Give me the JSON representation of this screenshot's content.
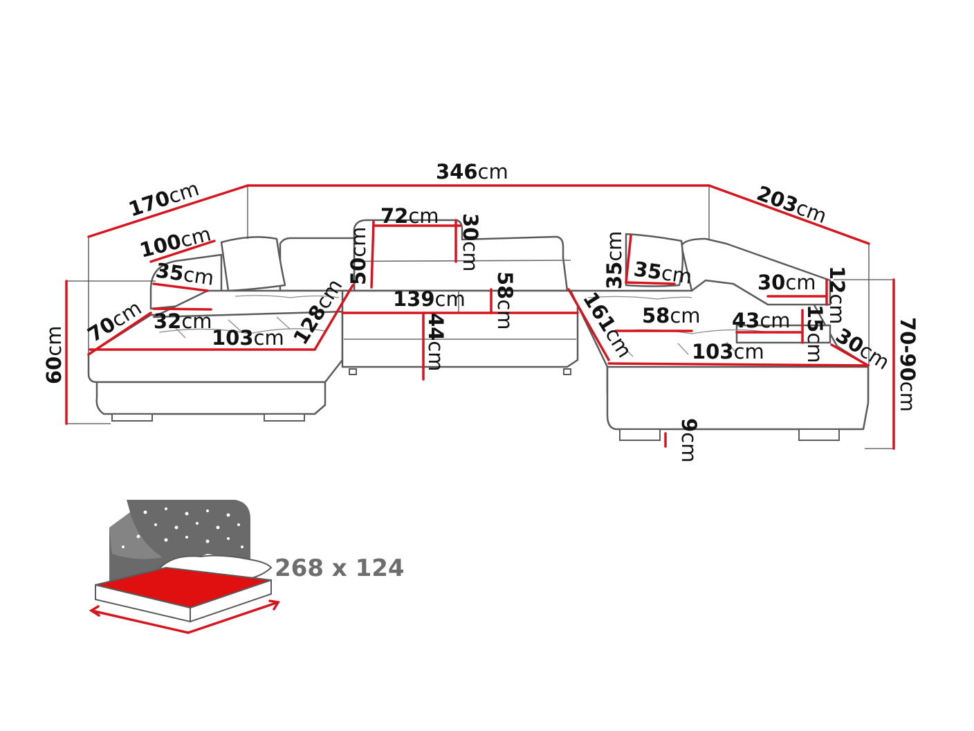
{
  "unit": "cm",
  "dimensions": {
    "total_width": "346",
    "left_depth": "170",
    "right_depth": "203",
    "left_back_length": "100",
    "left_armrest_depth": "35",
    "left_chaise_front": "70",
    "left_armrest_width": "32",
    "left_chaise_seat": "103",
    "left_inner_length": "128",
    "headrest_width": "72",
    "headrest_height": "30",
    "back_height": "50",
    "center_width": "139",
    "center_seat_depth": "58",
    "seat_height": "44",
    "right_inner_length": "161",
    "right_headrest_height": "35",
    "right_headrest_width": "35",
    "right_seat_depth": "58",
    "right_armrest_top_width": "30",
    "right_armrest_rise": "12",
    "right_armrest_width": "43",
    "right_armrest_height": "15",
    "right_chaise_front": "30",
    "right_chaise_seat": "103",
    "total_height": "70-90",
    "left_height": "60",
    "leg_height": "9"
  },
  "bed": {
    "size_label": "268 x 124",
    "mattress_color": "#e01010",
    "night_icon": "starry-night-icon"
  },
  "colors": {
    "dimension_line": "#d7151f",
    "outline": "#5a5a5a"
  }
}
